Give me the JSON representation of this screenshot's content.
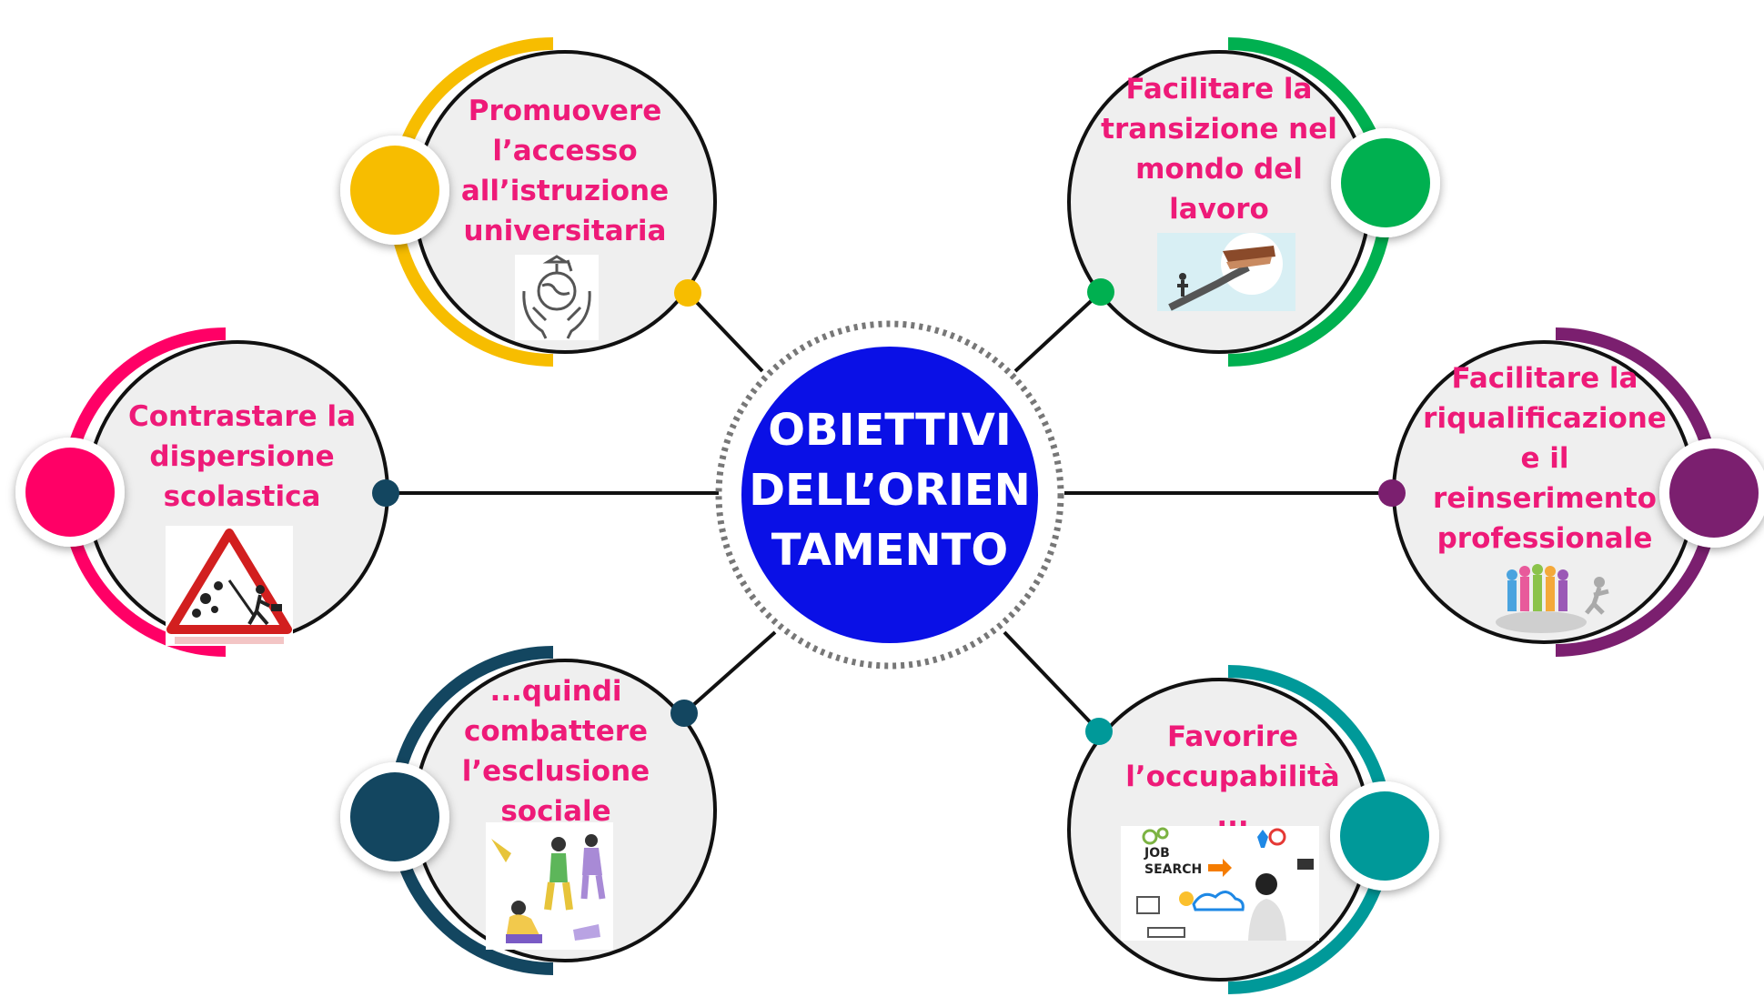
{
  "center": {
    "label": "OBIETTIVI\nDELL’ORIEN\nTAMENTO",
    "fill_color": "#0a10e6"
  },
  "nodes": [
    {
      "id": "universita",
      "text": "Promuovere\nl’accesso\nall’istruzione\nuniversitaria",
      "color": "#f7bd00",
      "icon": "graduation-globe-hands-icon"
    },
    {
      "id": "lavoro",
      "text": "Facilitare la\ntransizione nel\nmondo del\nlavoro",
      "color": "#00b050",
      "icon": "stairs-to-work-icon"
    },
    {
      "id": "dispersione",
      "text": "Contrastare la\ndispersione\nscolastica",
      "color": "#ff0066",
      "icon": "falling-rocks-warning-icon"
    },
    {
      "id": "riqualificazione",
      "text": "Facilitare la\nriqualificazione\ne il\nreinserimento\nprofessionale",
      "color": "#7b1f6f",
      "icon": "people-group-icon"
    },
    {
      "id": "esclusione",
      "text": "...quindi\ncombattere\nl’esclusione\nsociale",
      "color": "#134660",
      "icon": "social-exclusion-people-icon"
    },
    {
      "id": "occupabilita",
      "text": "Favorire\nl’occupabilità\n...",
      "color": "#009999",
      "icon": "job-search-icon"
    }
  ],
  "icon_texts": {
    "job_search": "JOB\nSEARCH"
  }
}
